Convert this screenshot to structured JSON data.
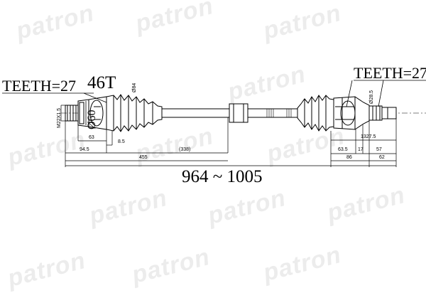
{
  "watermark": {
    "text": "patron",
    "count": 12
  },
  "labels": {
    "teeth_left": "TEETH=27",
    "abs_teeth": "46T",
    "teeth_right": "TEETH=27",
    "length_range": "964 ~ 1005"
  },
  "dimensions": {
    "thread": "M22X1.5",
    "diam_60": "Ø60",
    "diam_84": "Ø84",
    "diam_28_5": "Ø28.5",
    "d63": "63",
    "d8_5": "8.5",
    "d94_5": "94.5",
    "d455": "455",
    "d338": "(338)",
    "d1327_5": "1327.5",
    "d63_5": "63.5",
    "d17": "17",
    "d57": "57",
    "d86": "86",
    "d62": "62"
  }
}
